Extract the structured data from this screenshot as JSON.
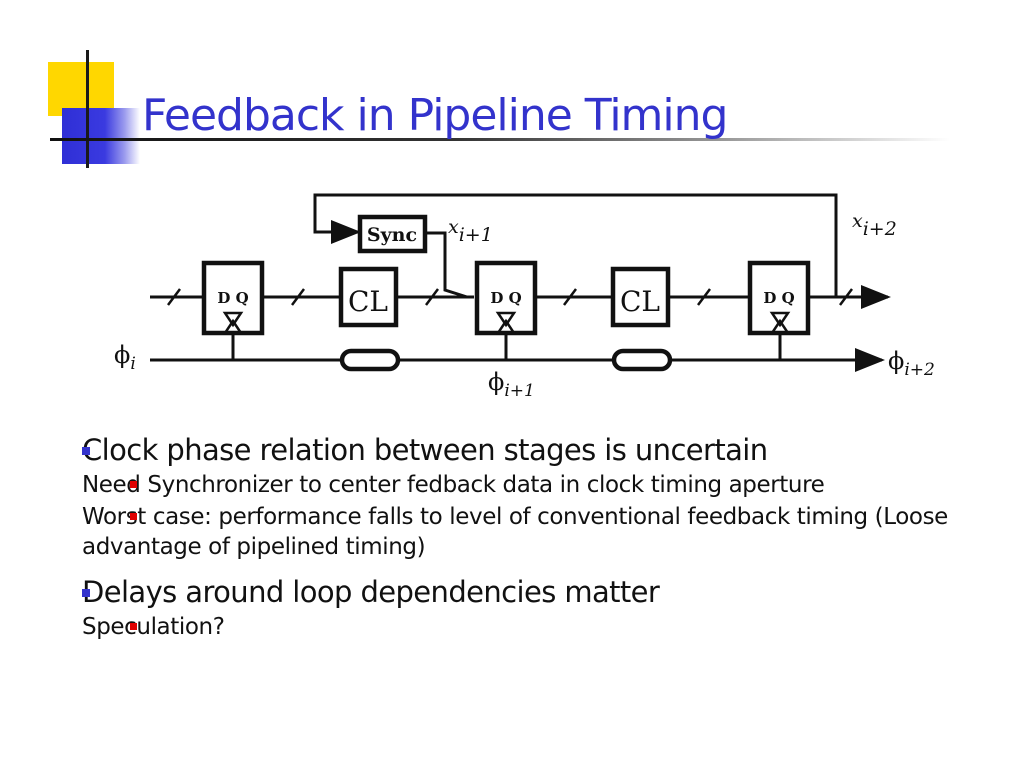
{
  "slide": {
    "title": "Feedback in Pipeline Timing",
    "accent_color": "#3333cc",
    "sub_bullet_color": "#e00000"
  },
  "diagram": {
    "sync_label": "Sync",
    "dq_label": "D  Q",
    "logic_label": "CL",
    "x_label": "x",
    "x_i1_sub": "i+1",
    "x_i2_sub": "i+2",
    "phi": "ϕ",
    "phi_i_sub": "i",
    "phi_i1_sub": "i+1",
    "phi_i2_sub": "i+2"
  },
  "bullets": [
    {
      "text": "Clock phase relation between stages is uncertain",
      "sub": [
        "Need Synchronizer to center fedback data in clock timing aperture",
        "Worst case: performance falls to level of conventional feedback timing (Loose advantage of pipelined timing)"
      ]
    },
    {
      "text": "Delays around loop dependencies matter",
      "sub": [
        "Speculation?"
      ]
    }
  ]
}
